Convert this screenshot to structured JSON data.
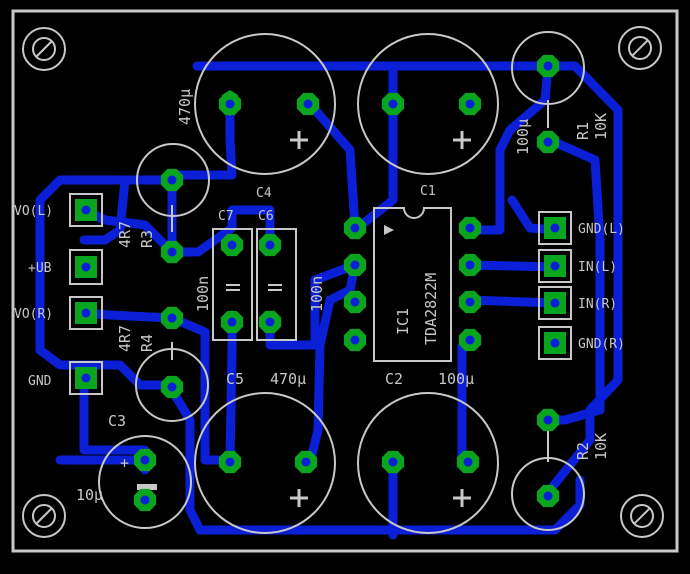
{
  "labels": {
    "c1": "C1",
    "c2": "C2",
    "c3": "C3",
    "c4": "C4",
    "c5": "C5",
    "c6": "C6",
    "c7": "C7",
    "ic1": "IC1",
    "ic_part": "TDA2822M",
    "r1": "R1",
    "r2": "R2",
    "r3": "R3",
    "r4": "R4",
    "r1_val": "10K",
    "r2_val": "10K",
    "r3_val": "4R7",
    "r4_val": "4R7",
    "c1_val": "100µ",
    "c2_val": "100µ",
    "c3_val": "10µ",
    "c4_val": "470µ",
    "c5_val": "470µ",
    "c6_val": "100n",
    "c7_val": "100n",
    "vo_l": "VO(L)",
    "ub": "+UB",
    "vo_r": "VO(R)",
    "gnd": "GND",
    "gnd_l": "GND(L)",
    "in_l": "IN(L)",
    "in_r": "IN(R)",
    "gnd_r": "GND(R)",
    "plus": "+"
  },
  "colors": {
    "background": "#000000",
    "trace": "#0a1fd6",
    "pad": "#0aa51e",
    "silk": "#c8c8c8",
    "conn_pad": "#0aa51e"
  }
}
